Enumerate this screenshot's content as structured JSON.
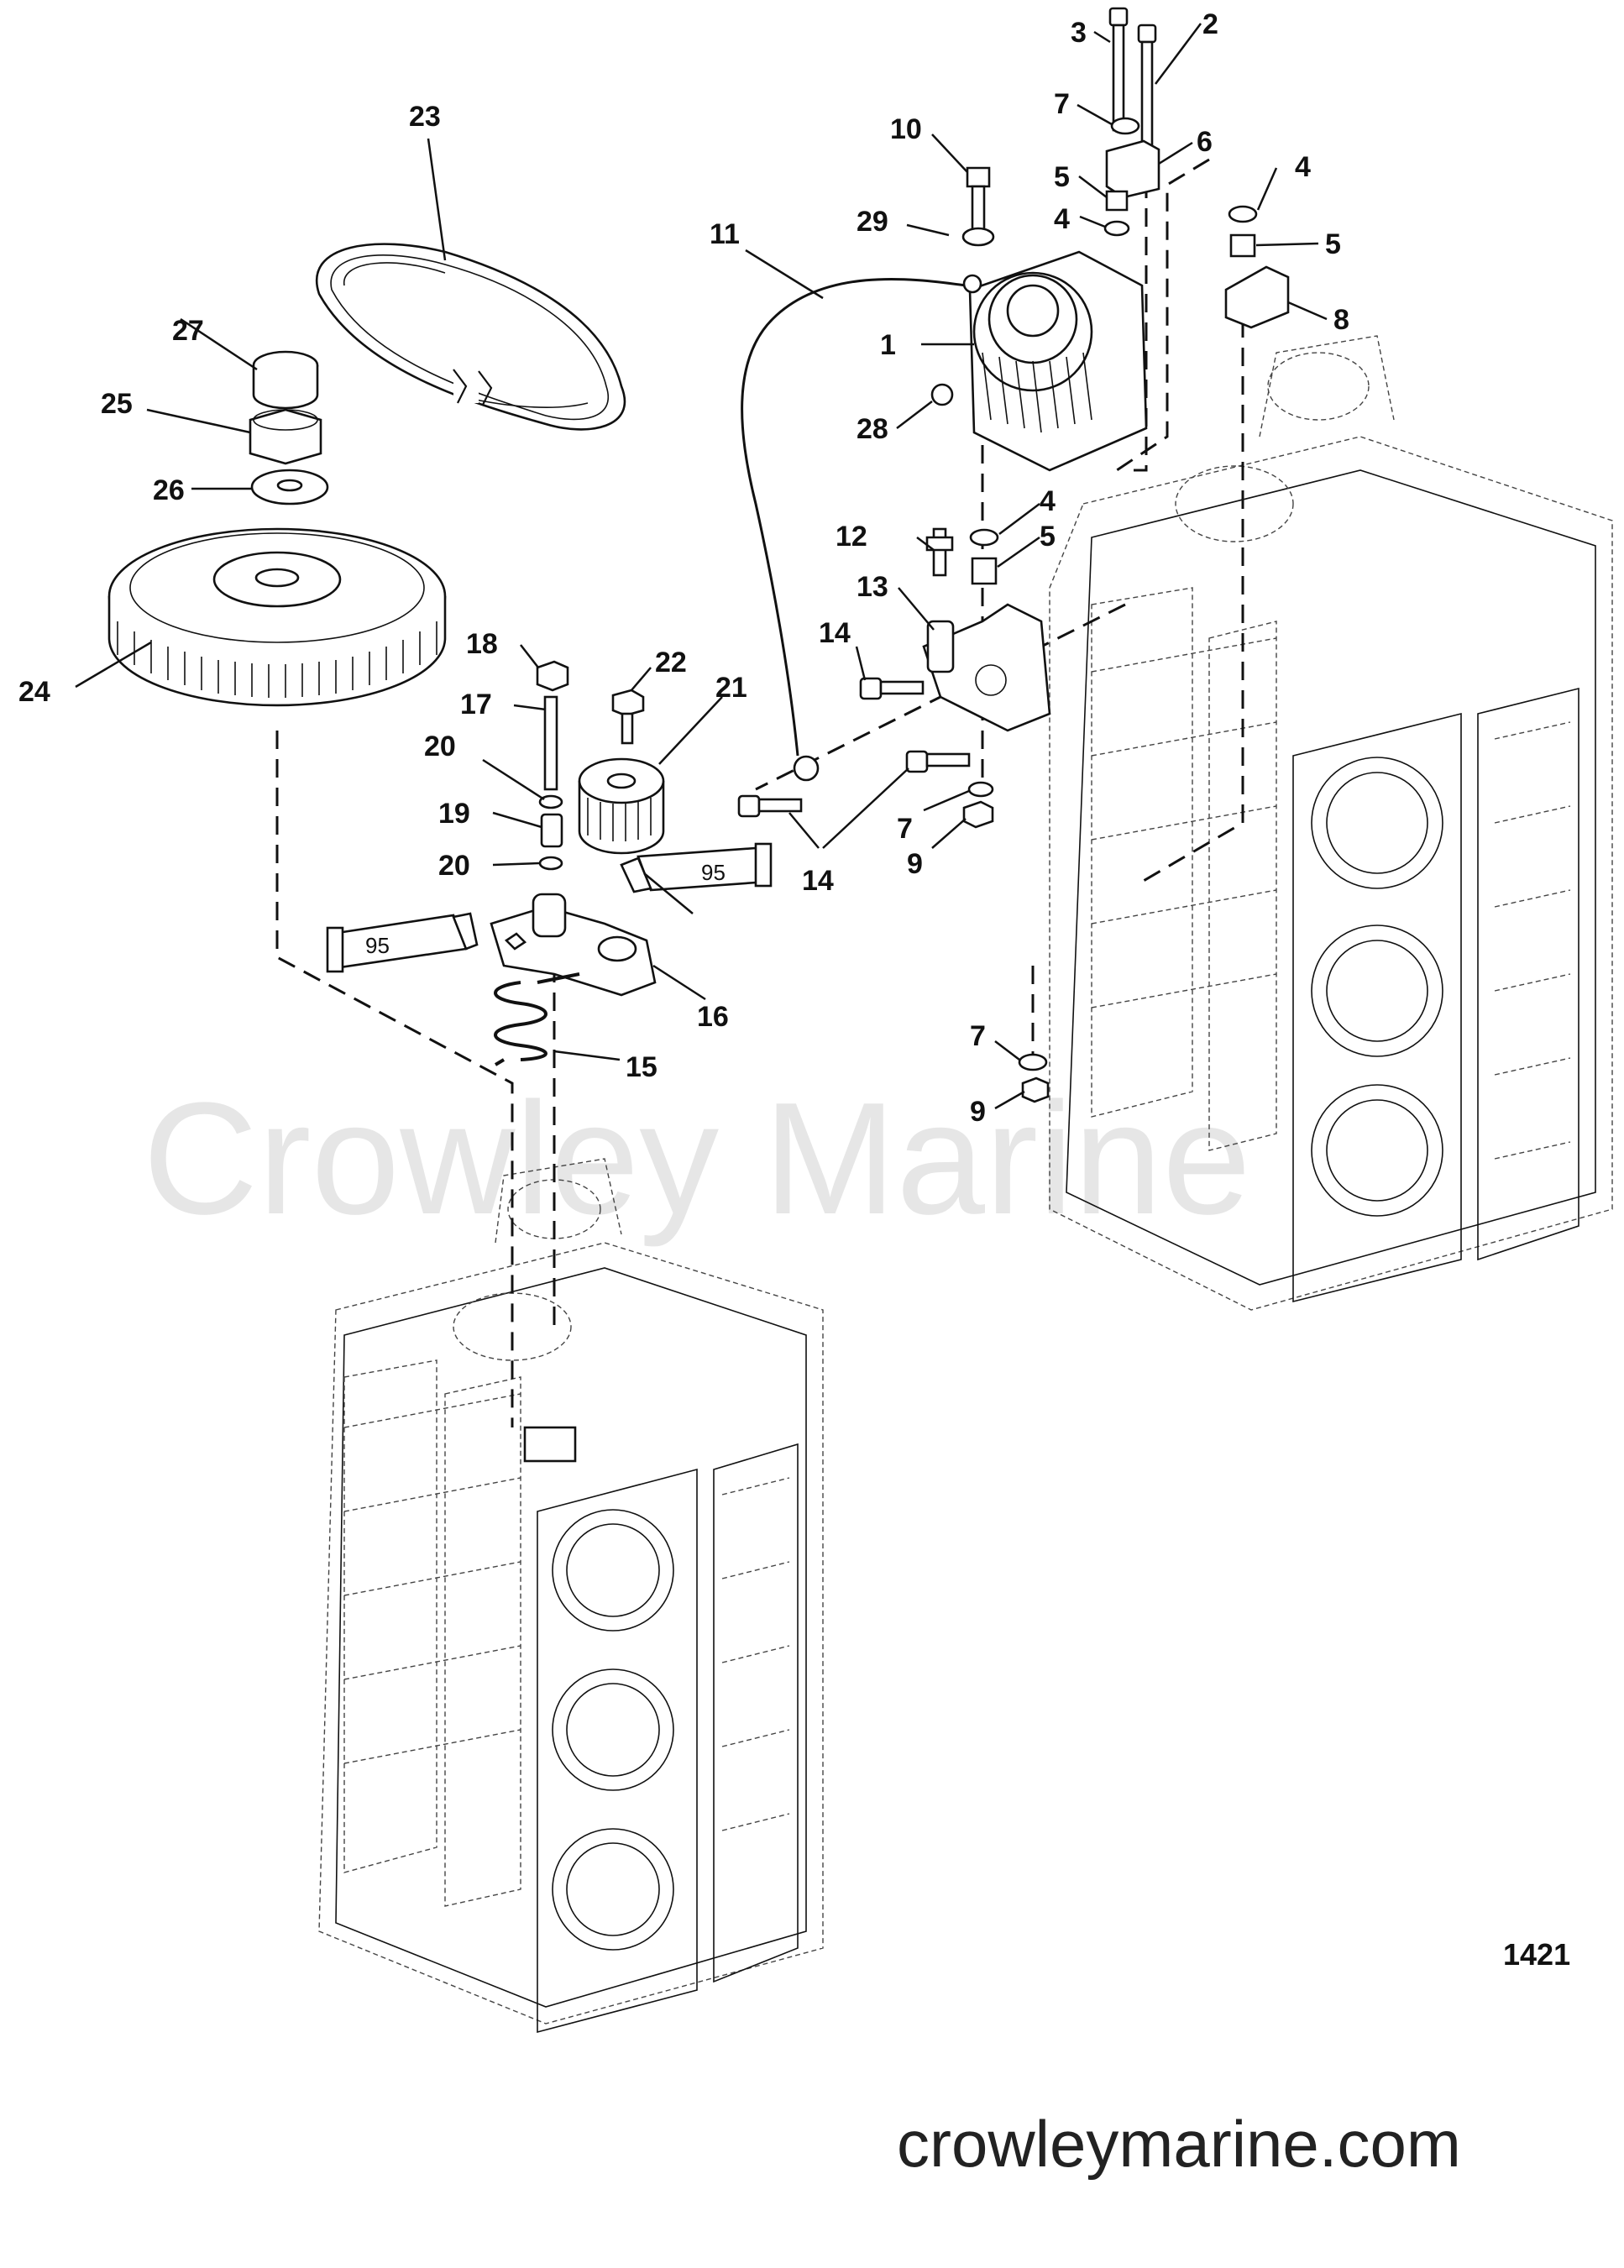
{
  "watermark": "Crowley Marine",
  "website": "crowleymarine.com",
  "figure_number": "1421",
  "tube_label": "95",
  "callouts": [
    "1",
    "2",
    "3",
    "4",
    "5",
    "6",
    "7",
    "8",
    "9",
    "10",
    "11",
    "12",
    "13",
    "14",
    "15",
    "16",
    "17",
    "18",
    "19",
    "20",
    "21",
    "22",
    "23",
    "24",
    "25",
    "26",
    "27",
    "28",
    "29"
  ]
}
